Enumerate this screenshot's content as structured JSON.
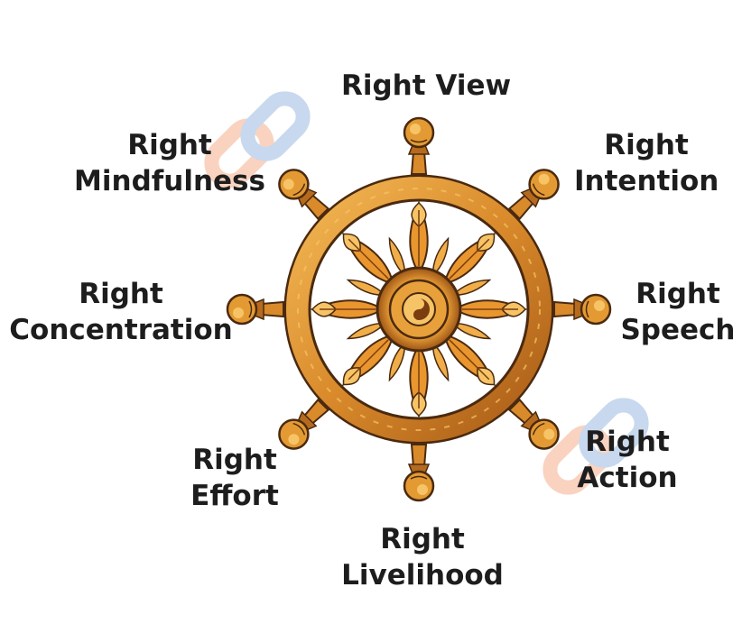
{
  "labels": {
    "view": [
      "Right View"
    ],
    "intention": [
      "Right",
      "Intention"
    ],
    "speech": [
      "Right",
      "Speech"
    ],
    "action": [
      "Right",
      "Action"
    ],
    "livelihood": [
      "Right",
      "Livelihood"
    ],
    "effort": [
      "Right",
      "Effort"
    ],
    "concentration": [
      "Right",
      "Concentration"
    ],
    "mindfulness": [
      "Right",
      "Mindfulness"
    ]
  },
  "colors": {
    "gold": "#e8a03a",
    "gold_light": "#f6c466",
    "bronze": "#b56a1e",
    "outline": "#4a2a10",
    "watermark_blue": "#9bb9e0",
    "watermark_peach": "#f4b08c"
  },
  "icons": {
    "wheel": "dharma-wheel-icon",
    "watermark": "chain-link-icon"
  }
}
